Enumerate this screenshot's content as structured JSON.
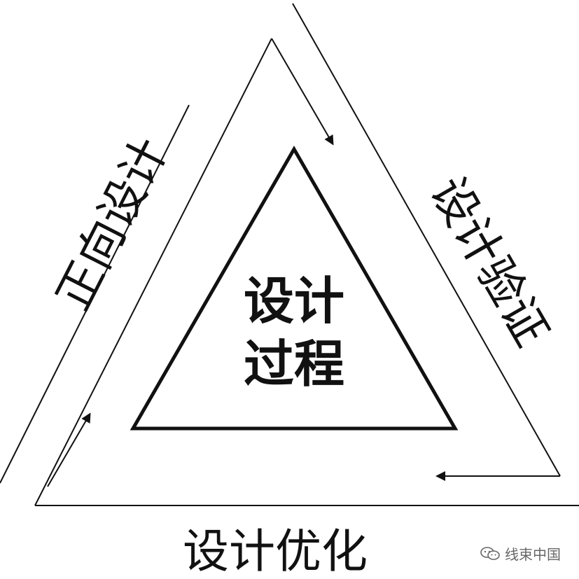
{
  "diagram": {
    "center_label_line1": "设计",
    "center_label_line2": "过程",
    "left_label": "正向设计",
    "right_label": "设计验证",
    "bottom_label": "设计优化"
  },
  "watermark": {
    "text": "线束中国"
  },
  "colors": {
    "line": "#111111",
    "background": "#ffffff",
    "watermark": "#666666"
  }
}
